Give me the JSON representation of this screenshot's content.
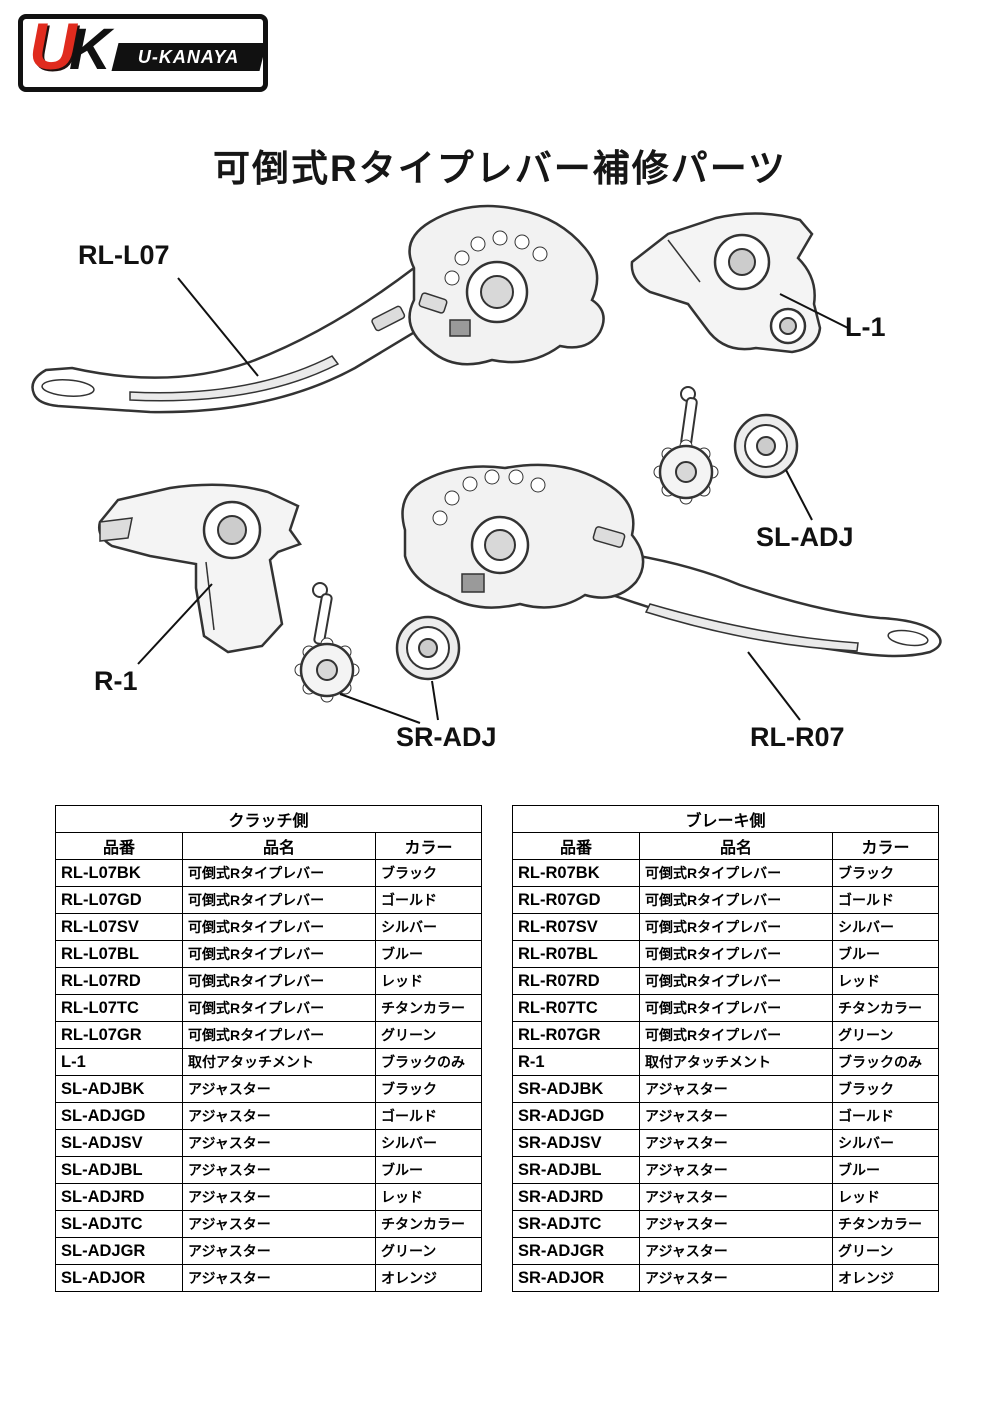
{
  "colors": {
    "logo_red": "#e02b1e",
    "ink": "#111111"
  },
  "logo": {
    "mark_u": "U",
    "mark_k": "K",
    "wordmark": "U-KANAYA"
  },
  "title": "可倒式Rタイプレバー補修パーツ",
  "diagram": {
    "labels": {
      "rl_l07": "RL-L07",
      "l1": "L-1",
      "sl_adj": "SL-ADJ",
      "r1": "R-1",
      "sr_adj": "SR-ADJ",
      "rl_r07": "RL-R07"
    }
  },
  "tables": [
    {
      "title": "クラッチ側",
      "headers": [
        "品番",
        "品名",
        "カラー"
      ],
      "rows": [
        [
          "RL-L07BK",
          "可倒式Rタイプレバー",
          "ブラック"
        ],
        [
          "RL-L07GD",
          "可倒式Rタイプレバー",
          "ゴールド"
        ],
        [
          "RL-L07SV",
          "可倒式Rタイプレバー",
          "シルバー"
        ],
        [
          "RL-L07BL",
          "可倒式Rタイプレバー",
          "ブルー"
        ],
        [
          "RL-L07RD",
          "可倒式Rタイプレバー",
          "レッド"
        ],
        [
          "RL-L07TC",
          "可倒式Rタイプレバー",
          "チタンカラー"
        ],
        [
          "RL-L07GR",
          "可倒式Rタイプレバー",
          "グリーン"
        ],
        [
          "L-1",
          "取付アタッチメント",
          "ブラックのみ"
        ],
        [
          "SL-ADJBK",
          "アジャスター",
          "ブラック"
        ],
        [
          "SL-ADJGD",
          "アジャスター",
          "ゴールド"
        ],
        [
          "SL-ADJSV",
          "アジャスター",
          "シルバー"
        ],
        [
          "SL-ADJBL",
          "アジャスター",
          "ブルー"
        ],
        [
          "SL-ADJRD",
          "アジャスター",
          "レッド"
        ],
        [
          "SL-ADJTC",
          "アジャスター",
          "チタンカラー"
        ],
        [
          "SL-ADJGR",
          "アジャスター",
          "グリーン"
        ],
        [
          "SL-ADJOR",
          "アジャスター",
          "オレンジ"
        ]
      ]
    },
    {
      "title": "ブレーキ側",
      "headers": [
        "品番",
        "品名",
        "カラー"
      ],
      "rows": [
        [
          "RL-R07BK",
          "可倒式Rタイプレバー",
          "ブラック"
        ],
        [
          "RL-R07GD",
          "可倒式Rタイプレバー",
          "ゴールド"
        ],
        [
          "RL-R07SV",
          "可倒式Rタイプレバー",
          "シルバー"
        ],
        [
          "RL-R07BL",
          "可倒式Rタイプレバー",
          "ブルー"
        ],
        [
          "RL-R07RD",
          "可倒式Rタイプレバー",
          "レッド"
        ],
        [
          "RL-R07TC",
          "可倒式Rタイプレバー",
          "チタンカラー"
        ],
        [
          "RL-R07GR",
          "可倒式Rタイプレバー",
          "グリーン"
        ],
        [
          "R-1",
          "取付アタッチメント",
          "ブラックのみ"
        ],
        [
          "SR-ADJBK",
          "アジャスター",
          "ブラック"
        ],
        [
          "SR-ADJGD",
          "アジャスター",
          "ゴールド"
        ],
        [
          "SR-ADJSV",
          "アジャスター",
          "シルバー"
        ],
        [
          "SR-ADJBL",
          "アジャスター",
          "ブルー"
        ],
        [
          "SR-ADJRD",
          "アジャスター",
          "レッド"
        ],
        [
          "SR-ADJTC",
          "アジャスター",
          "チタンカラー"
        ],
        [
          "SR-ADJGR",
          "アジャスター",
          "グリーン"
        ],
        [
          "SR-ADJOR",
          "アジャスター",
          "オレンジ"
        ]
      ]
    }
  ]
}
